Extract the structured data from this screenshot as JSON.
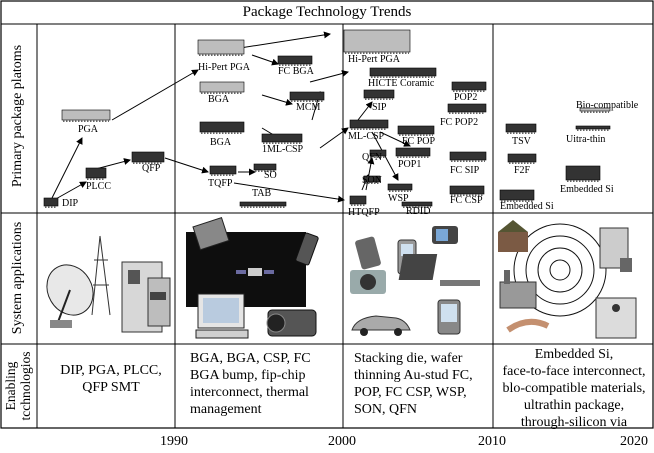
{
  "title": "Package Technology Trends",
  "row_labels": {
    "primary": "Primary package platoms",
    "system": "System applications",
    "enabling_line1": "Enabling",
    "enabling_line2": "tcchnologios"
  },
  "packages": [
    {
      "id": "dip",
      "label": "DIP"
    },
    {
      "id": "plcc",
      "label": "PLCC"
    },
    {
      "id": "pga",
      "label": "PGA"
    },
    {
      "id": "qfp",
      "label": "QFP"
    },
    {
      "id": "hipert1",
      "label": "Hi-Pert PGA"
    },
    {
      "id": "fcbga",
      "label": "FC BGA"
    },
    {
      "id": "bga1",
      "label": "BGA"
    },
    {
      "id": "mcm",
      "label": "MCM"
    },
    {
      "id": "bga2",
      "label": "BGA"
    },
    {
      "id": "1mlcsp",
      "label": "1ML-CSP"
    },
    {
      "id": "tqfp",
      "label": "TQFP"
    },
    {
      "id": "so",
      "label": "SO"
    },
    {
      "id": "tab",
      "label": "TAB"
    },
    {
      "id": "hipert2",
      "label": "Hi-Pert PGA"
    },
    {
      "id": "hicte",
      "label": "HICTE Coramic"
    },
    {
      "id": "pop2",
      "label": "POP2"
    },
    {
      "id": "sip",
      "label": "SIP"
    },
    {
      "id": "fcpop2",
      "label": "FC POP2"
    },
    {
      "id": "mlcsp",
      "label": "ML-CSP"
    },
    {
      "id": "fcpop",
      "label": "FC POP"
    },
    {
      "id": "qfn",
      "label": "QFN"
    },
    {
      "id": "pop1",
      "label": "POP1"
    },
    {
      "id": "fcsip",
      "label": "FC SIP"
    },
    {
      "id": "son",
      "label": "SON"
    },
    {
      "id": "wsp",
      "label": "WSP"
    },
    {
      "id": "fccsp",
      "label": "FC CSP"
    },
    {
      "id": "htqfp",
      "label": "HTQFP"
    },
    {
      "id": "rdid",
      "label": "RDID"
    },
    {
      "id": "biocompat",
      "label": "Bio-compatible"
    },
    {
      "id": "tsv",
      "label": "TSV"
    },
    {
      "id": "ultrathin",
      "label": "Uitra-thin"
    },
    {
      "id": "f2f",
      "label": "F2F"
    },
    {
      "id": "embsi1",
      "label": "Embedded Si"
    },
    {
      "id": "embsi2",
      "label": "Embedded Si"
    }
  ],
  "enabling": [
    [
      "DIP, PGA, PLCC,",
      "QFP SMT"
    ],
    [
      "BGA, BGA, CSP, FC",
      "BGA bump, fip-chip",
      "interconnect, thermal",
      "management"
    ],
    [
      "Stacking die, wafer",
      "thinning Au-stud FC,",
      "POP, FC CSP, WSP,",
      "SON, QFN"
    ],
    [
      "Embedded Si,",
      "face-to-face interconnect,",
      "blo-compatible materials,",
      "ultrathin package,",
      "through-silicon via"
    ]
  ],
  "years": [
    "1990",
    "2000",
    "2010",
    "2020"
  ],
  "colors": {
    "line": "#000000",
    "chip_dark": "#333333",
    "chip_light": "#bdbdbd"
  }
}
